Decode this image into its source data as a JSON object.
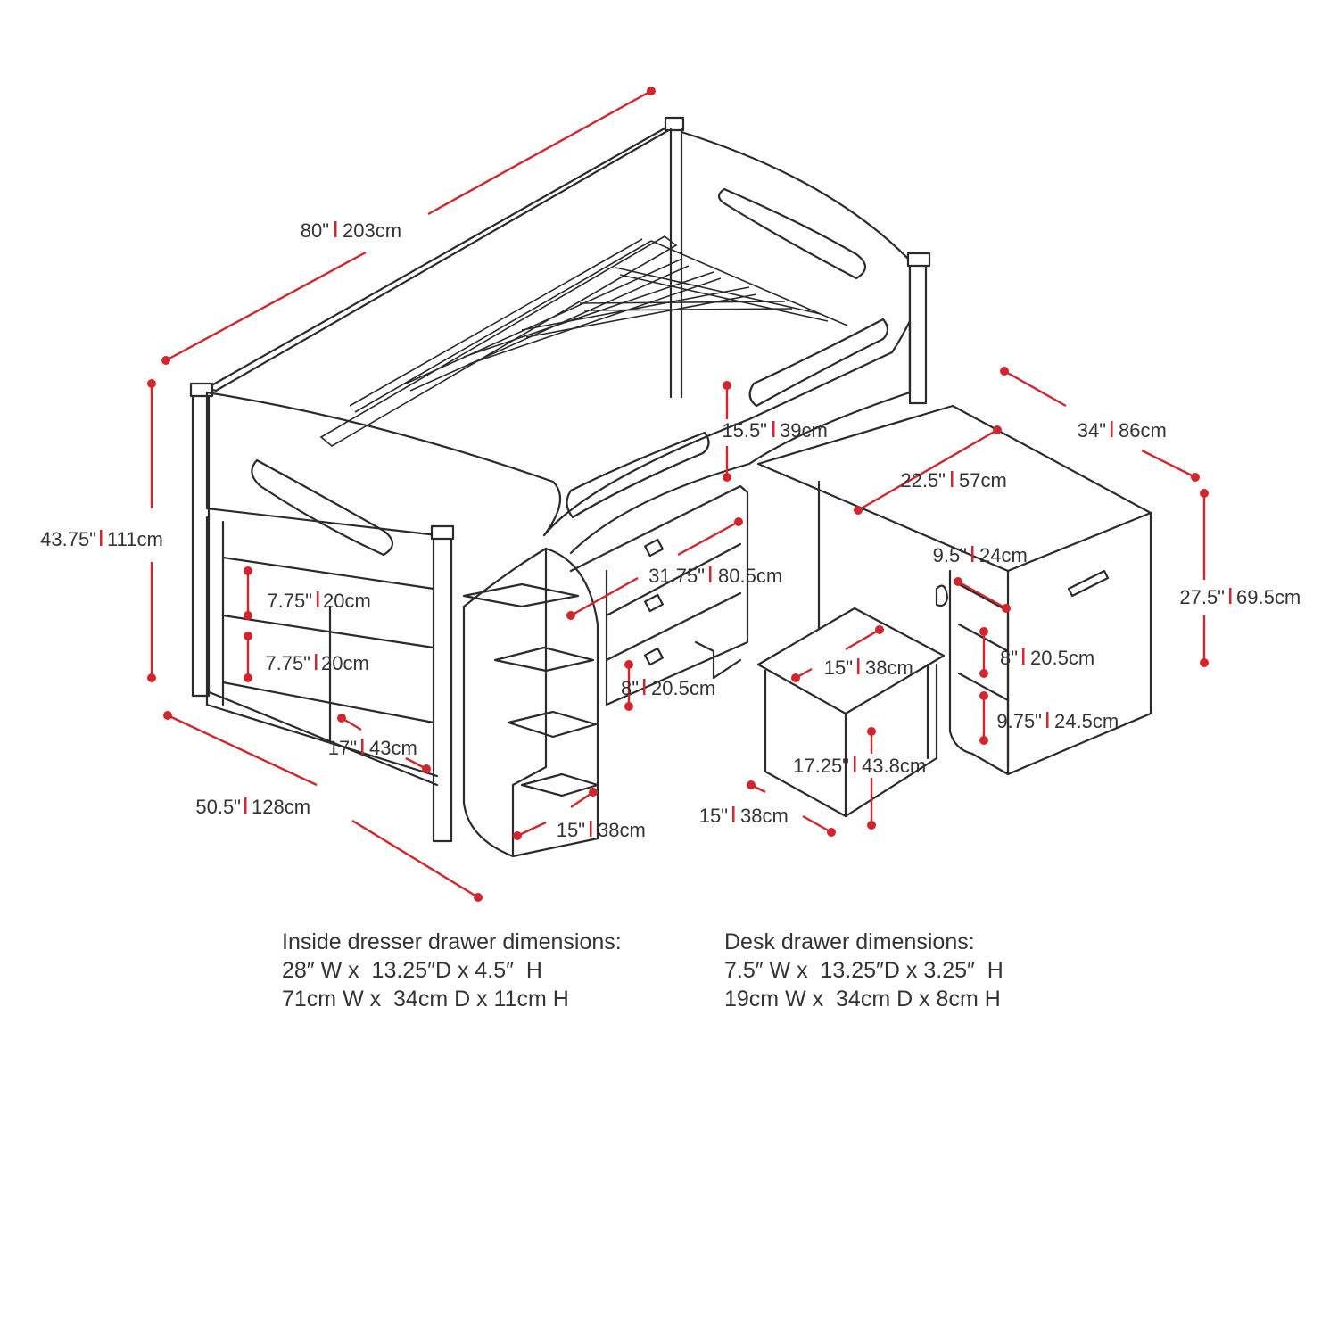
{
  "accent_color": "#d0262c",
  "dimensions": {
    "bed_length": [
      "80\"",
      "203cm"
    ],
    "bed_height": [
      "43.75\"",
      "111cm"
    ],
    "bed_width": [
      "50.5\"",
      "128cm"
    ],
    "guard_height": [
      "15.5\"",
      "39cm"
    ],
    "desk_length": [
      "34\"",
      "86cm"
    ],
    "desk_depth": [
      "22.5\"",
      "57cm"
    ],
    "desk_height": [
      "27.5\"",
      "69.5cm"
    ],
    "desk_shelf_width": [
      "9.5\"",
      "24cm"
    ],
    "desk_shelf_1": [
      "8\"",
      "20.5cm"
    ],
    "desk_shelf_2": [
      "9.75\"",
      "24.5cm"
    ],
    "dresser_width": [
      "31.75\"",
      "80.5cm"
    ],
    "dresser_drawer_height": [
      "8\"",
      "20.5cm"
    ],
    "bookcase_shelf_1": [
      "7.75\"",
      "20cm"
    ],
    "bookcase_shelf_2": [
      "7.75\"",
      "20cm"
    ],
    "bookcase_depth": [
      "17\"",
      "43cm"
    ],
    "stairs_width": [
      "15\"",
      "38cm"
    ],
    "stool_top": [
      "15\"",
      "38cm"
    ],
    "stool_height": [
      "17.25\"",
      "43.8cm"
    ],
    "stool_depth": [
      "15\"",
      "38cm"
    ]
  },
  "notes": {
    "dresser": {
      "title": "Inside dresser drawer dimensions:",
      "line1": "28″ W x  13.25″D x 4.5″  H",
      "line2": "71cm W x  34cm D x 11cm H"
    },
    "desk": {
      "title": "Desk drawer dimensions:",
      "line1": "7.5″ W x  13.25″D x 3.25″  H",
      "line2": "19cm W x  34cm D x 8cm H"
    }
  }
}
